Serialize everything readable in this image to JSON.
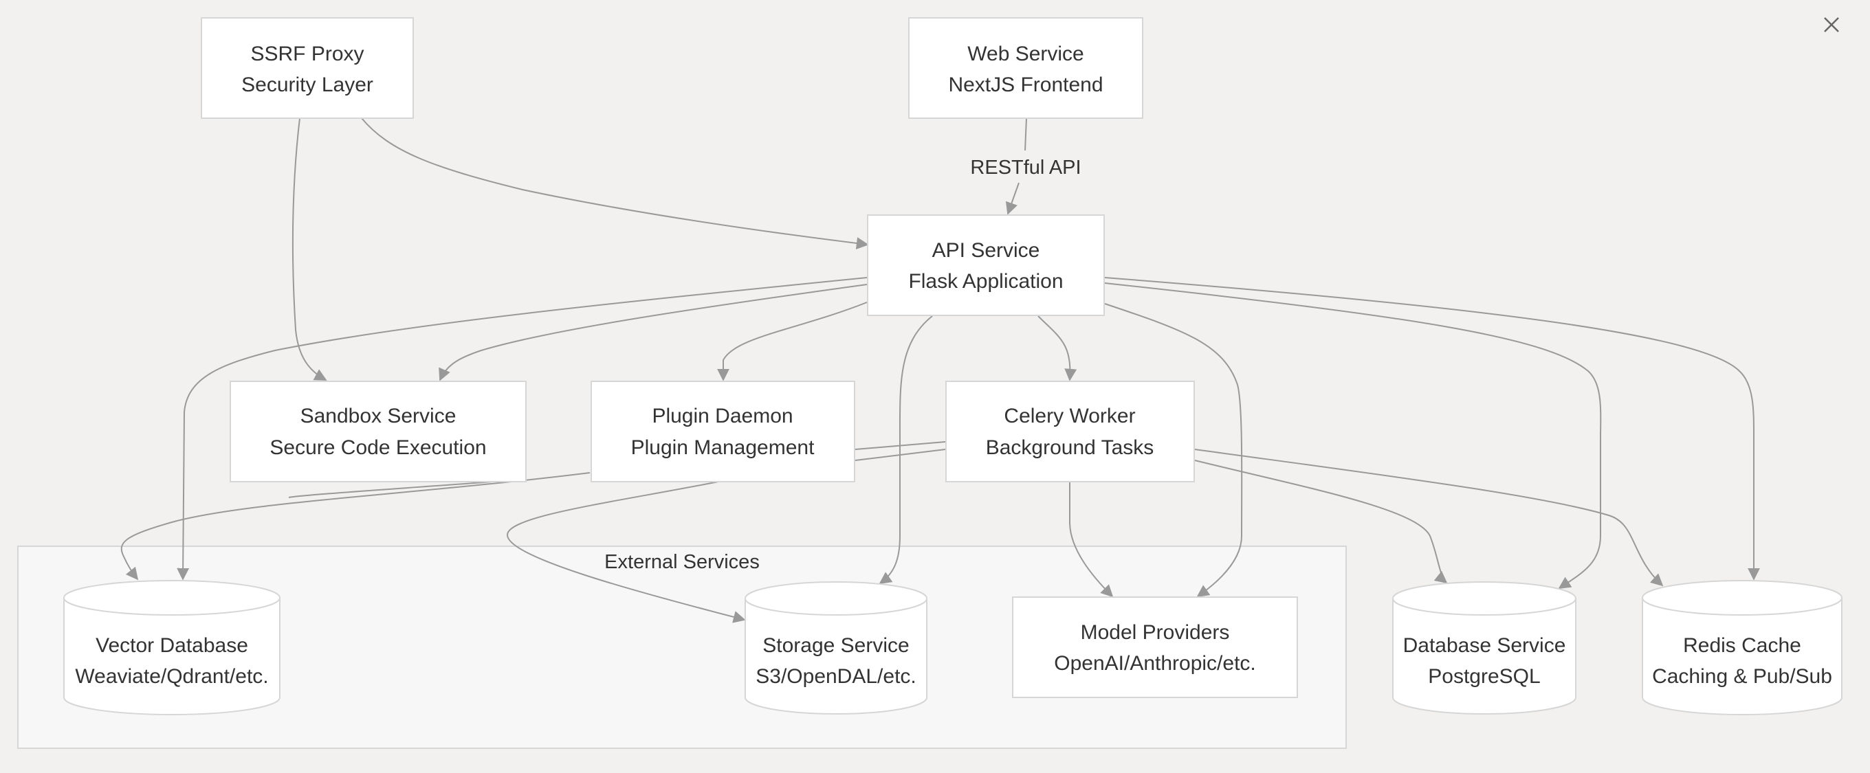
{
  "diagram": {
    "cluster_label": "External Services",
    "nodes": {
      "ssrf": {
        "line1": "SSRF Proxy",
        "line2": "Security Layer"
      },
      "web": {
        "line1": "Web Service",
        "line2": "NextJS Frontend"
      },
      "api": {
        "line1": "API Service",
        "line2": "Flask Application"
      },
      "sandbox": {
        "line1": "Sandbox Service",
        "line2": "Secure Code Execution"
      },
      "plugin": {
        "line1": "Plugin Daemon",
        "line2": "Plugin Management"
      },
      "celery": {
        "line1": "Celery Worker",
        "line2": "Background Tasks"
      },
      "vector": {
        "line1": "Vector Database",
        "line2": "Weaviate/Qdrant/etc."
      },
      "storage": {
        "line1": "Storage Service",
        "line2": "S3/OpenDAL/etc."
      },
      "models": {
        "line1": "Model Providers",
        "line2": "OpenAI/Anthropic/etc."
      },
      "database": {
        "line1": "Database Service",
        "line2": "PostgreSQL"
      },
      "redis": {
        "line1": "Redis Cache",
        "line2": "Caching & Pub/Sub"
      }
    },
    "edge_labels": {
      "web_api": "RESTful API"
    }
  },
  "ui": {
    "close_icon": "close-icon"
  },
  "colors": {
    "background": "#f2f1ef",
    "node_fill": "#ffffff",
    "node_stroke": "#d6d6d6",
    "edge": "#999999",
    "cluster_fill": "#f7f7f7",
    "text": "#333333"
  }
}
